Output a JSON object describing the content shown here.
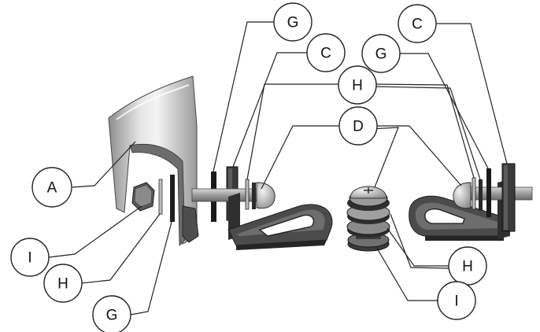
{
  "labels": {
    "a": "A",
    "c_left": "C",
    "c_right": "C",
    "d": "D",
    "g_top_left": "G",
    "g_top_right": "G",
    "g_bottom": "G",
    "h_top": "H",
    "h_left": "H",
    "h_right": "H",
    "i_left": "I",
    "i_right": "I"
  },
  "colors": {
    "line": "#222222",
    "dark_metal": "#3f3f3f",
    "mid_metal": "#7a7a7a",
    "light_metal": "#c8c8c8"
  }
}
